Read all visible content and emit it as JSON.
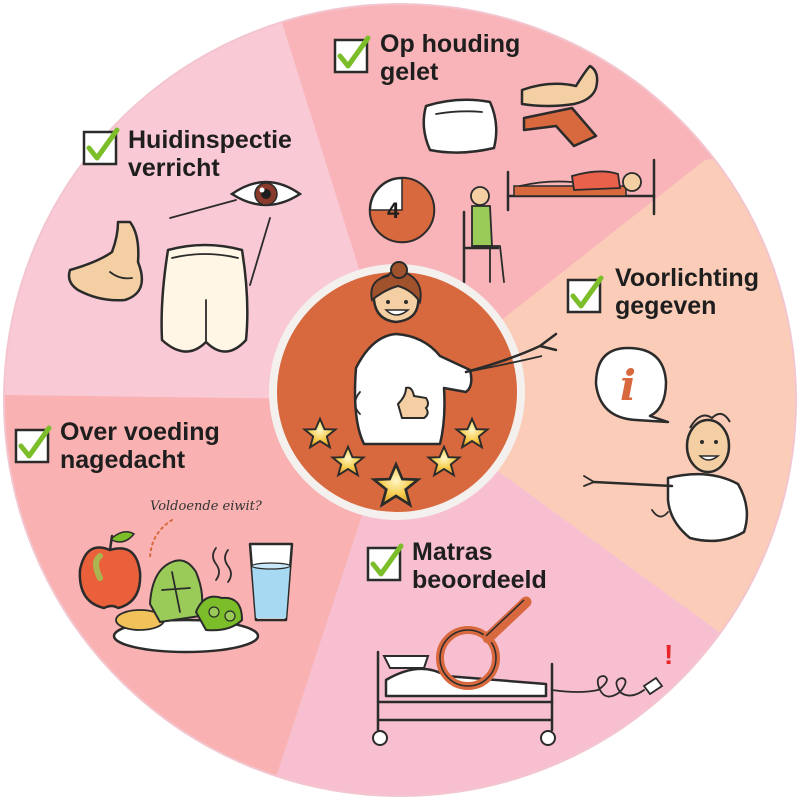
{
  "colors": {
    "segment_pink_light": "#f9c9d6",
    "segment_pink": "#f7b6c4",
    "segment_rose": "#f8b4b8",
    "segment_peach": "#fbcdb8",
    "segment_pink_2": "#f8bfd0",
    "segment_salmon": "#f9b1b1",
    "center": "#d8693f",
    "center_ring": "#f3f0ee",
    "accent_orange": "#d8693f",
    "check_green": "#7cbd2a",
    "star_gold": "#f6c341",
    "skin": "#f4cfa4",
    "water": "#a8d9f2"
  },
  "segments": [
    {
      "id": "skin",
      "title_line1": "Huidinspectie",
      "title_line2": "verricht",
      "icons": [
        "foot-icon",
        "eye-icon",
        "buttocks-icon"
      ]
    },
    {
      "id": "posture",
      "title_line1": "Op houding",
      "title_line2": "gelet",
      "icons": [
        "pillow-icon",
        "raised-leg-icon",
        "timer-icon",
        "patient-in-bed-icon",
        "seated-person-icon"
      ],
      "timer_value": "4"
    },
    {
      "id": "info",
      "title_line1": "Voorlichting",
      "title_line2": "gegeven",
      "icons": [
        "info-speech-bubble-icon",
        "pointing-person-icon"
      ],
      "info_letter": "i"
    },
    {
      "id": "mattress",
      "title_line1": "Matras",
      "title_line2": "beoordeeld",
      "icons": [
        "hospital-bed-icon",
        "magnifier-icon",
        "plug-icon"
      ],
      "alert": "!"
    },
    {
      "id": "nutrition",
      "title_line1": "Over voeding",
      "title_line2": "nagedacht",
      "icons": [
        "apple-icon",
        "vegetable-plate-icon",
        "water-glass-icon"
      ],
      "note": "Voldoende eiwit?"
    }
  ],
  "center": {
    "icons": [
      "nurse-icon",
      "thumbs-up-icon",
      "star-icon"
    ],
    "star_count": 5
  }
}
